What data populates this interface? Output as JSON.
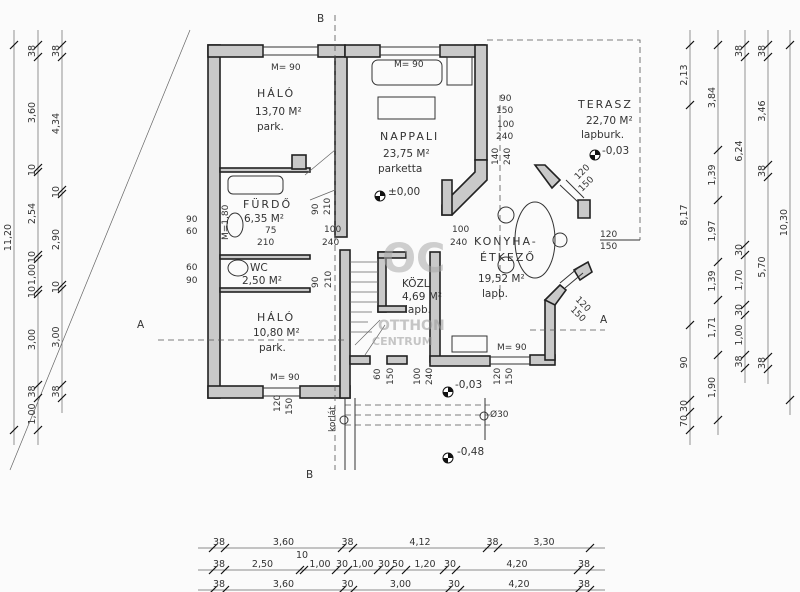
{
  "rooms": {
    "halo1": {
      "name": "HÁLÓ",
      "area": "13,70 M²",
      "floor": "park."
    },
    "nappali": {
      "name": "NAPPALI",
      "area": "23,75 M²",
      "floor": "parketta"
    },
    "terasz": {
      "name": "TERASZ",
      "area": "22,70 M²",
      "floor": "lapburk."
    },
    "furdo": {
      "name": "FÜRDŐ",
      "area": "6,35 M²"
    },
    "wc": {
      "name": "WC",
      "area": "2,50 M²"
    },
    "halo2": {
      "name": "HÁLÓ",
      "area": "10,80 M²",
      "floor": "park."
    },
    "kozl": {
      "name": "KÖZL",
      "area": "4,69 M²",
      "floor": "lapb."
    },
    "konyha": {
      "name": "KONYHA-",
      "name2": "ÉTKEZŐ",
      "area": "19,52 M²",
      "floor": "lapb."
    }
  },
  "levels": {
    "nappali": "±0,00",
    "terasz": "-0,03",
    "entry": "-0,03",
    "outside": "-0,48"
  },
  "labels": {
    "section_a": "A",
    "section_b": "B",
    "korlat": "korlát",
    "column": "Ø30",
    "m90": "M= 90",
    "m180": "M=1,80",
    "w90": "90",
    "w150": "150",
    "w120": "120",
    "w100": "100",
    "w240": "240",
    "w210": "210",
    "w140": "140",
    "w60": "60",
    "w75": "75"
  },
  "watermark": {
    "logo": "OC",
    "line1": "OTTHON",
    "line2": "CENTRUM"
  },
  "dims_bottom": {
    "row1": [
      "38",
      "3,60",
      "38",
      "4,12",
      "38",
      "3,30"
    ],
    "row2": [
      "38",
      "2,50",
      "10",
      "1,00",
      "30",
      "1,00",
      "30",
      "50",
      "1,20",
      "30",
      "4,20",
      "38"
    ],
    "row3": [
      "38",
      "3,60",
      "30",
      "3,00",
      "30",
      "4,20",
      "38"
    ]
  },
  "dims_right": {
    "col1": [
      "2,13",
      "8,17",
      "90",
      "30",
      "70"
    ],
    "col2": [
      "3,84",
      "1,39",
      "1,97",
      "1,39",
      "1,71",
      "1,90"
    ],
    "col3": [
      "38",
      "6,24",
      "30",
      "1,70",
      "30",
      "1,00",
      "38"
    ],
    "col4": [
      "38",
      "3,46",
      "38",
      "5,70",
      "38"
    ],
    "col5": [
      "10,30"
    ]
  },
  "dims_left": {
    "col1": [
      "11,20"
    ],
    "col2": [
      "38",
      "3,60",
      "10",
      "2,54",
      "10",
      "1,00",
      "10",
      "3,00",
      "38",
      "1,00"
    ],
    "col3": [
      "38",
      "4,34",
      "10",
      "2,90",
      "10",
      "3,00",
      "38"
    ]
  }
}
